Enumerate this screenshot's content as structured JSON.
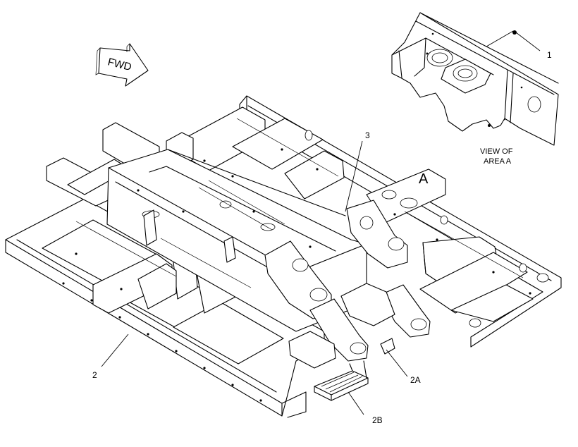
{
  "direction_arrow": {
    "label": "FWD",
    "icon": "forward-arrow-icon"
  },
  "area_marker": {
    "label": "A"
  },
  "detail_view": {
    "caption_line1": "VIEW OF",
    "caption_line2": "AREA A"
  },
  "callouts": [
    {
      "id": "1",
      "label": "1"
    },
    {
      "id": "2",
      "label": "2"
    },
    {
      "id": "2A",
      "label": "2A"
    },
    {
      "id": "2B",
      "label": "2B"
    },
    {
      "id": "3",
      "label": "3"
    }
  ]
}
